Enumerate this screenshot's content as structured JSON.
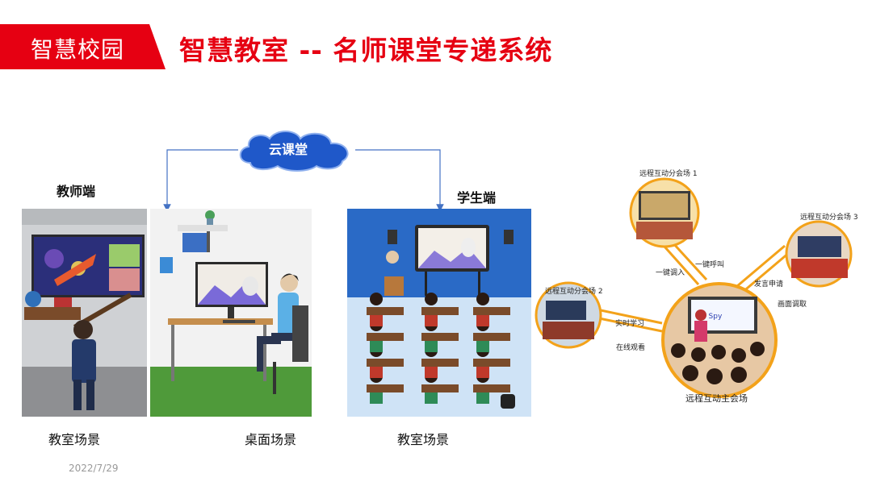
{
  "header": {
    "badge_label": "智慧校园",
    "title": "智慧教室 -- 名师课堂专递系统"
  },
  "cloud": {
    "label": "云课堂"
  },
  "teacher_side": {
    "label": "教师端"
  },
  "student_side": {
    "label": "学生端"
  },
  "captions": {
    "teacher_classroom": "教室场景",
    "desktop": "桌面场景",
    "student_classroom": "教室场景"
  },
  "network": {
    "venue1": "远程互动分会场 1",
    "venue2": "远程互动分会场 2",
    "venue3": "远程互动分会场 3",
    "main_venue": "远程互动主会场",
    "link_call": "一键呼叫",
    "link_join": "一键调入",
    "link_realtime": "实时学习",
    "link_online": "在线观看",
    "link_request": "发言申请",
    "link_fetch": "画面调取",
    "main_screen_text": "I Spy"
  },
  "footer": {
    "date": "2022/7/29"
  },
  "colors": {
    "brand_red": "#e60012",
    "cloud_blue": "#1f58c9",
    "link_orange": "#f3a21a",
    "arrow_blue": "#4472c4"
  }
}
